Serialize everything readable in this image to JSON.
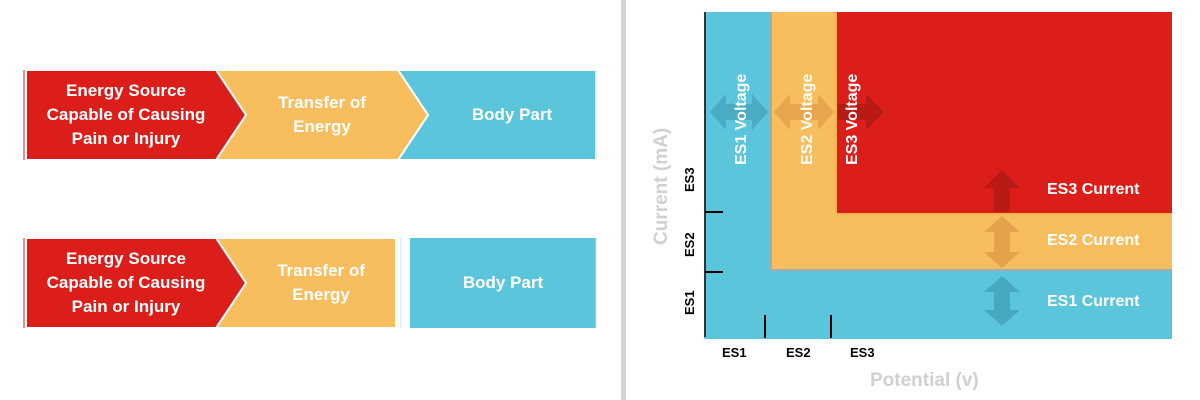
{
  "flow_top": {
    "source_lines": [
      "Energy Source",
      "Capable of Causing",
      "Pain or Injury"
    ],
    "transfer_lines": [
      "Transfer of",
      "Energy"
    ],
    "body_part": "Body Part"
  },
  "flow_bottom": {
    "source_lines": [
      "Energy Source",
      "Capable of Causing",
      "Pain or Injury"
    ],
    "transfer_lines": [
      "Transfer of",
      "Energy"
    ],
    "body_part": "Body Part"
  },
  "chart": {
    "y_axis_title": "Current (mA)",
    "x_axis_title": "Potential (v)",
    "y_ticks": [
      "ES1",
      "ES2",
      "ES3"
    ],
    "x_ticks": [
      "ES1",
      "ES2",
      "ES3"
    ],
    "voltage_labels": [
      "ES1 Voltage",
      "ES2 Voltage",
      "ES3 Voltage"
    ],
    "current_labels": [
      "ES1 Current",
      "ES2 Current",
      "ES3 Current"
    ]
  },
  "colors": {
    "red": "#dc1e1a",
    "orange": "#f8bd5c",
    "blue": "#5bc5dc",
    "axis_title_gray": "#d0d0d0"
  }
}
